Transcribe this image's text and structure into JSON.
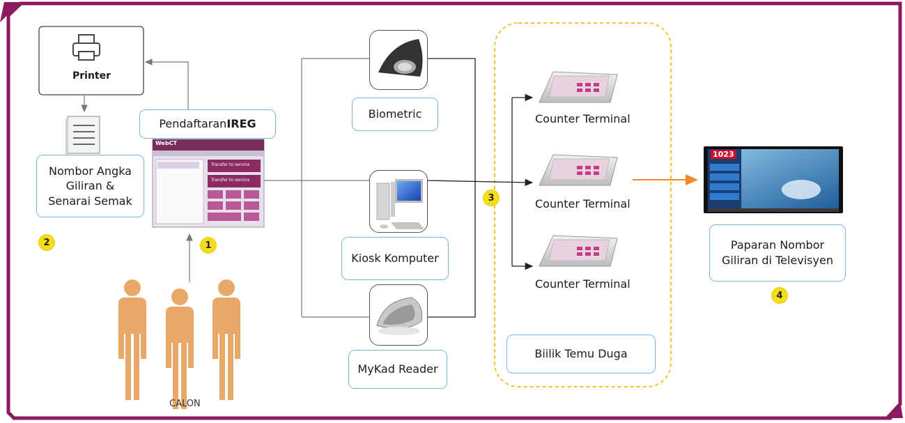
{
  "printer": {
    "label": "Printer"
  },
  "ireg": {
    "label_prefix": "Pendaftaran ",
    "label_bold": "IREG",
    "screen_app": "WebCT",
    "screen_btn1": "Transfer to service",
    "screen_btn2": "Transfer to service"
  },
  "queue": {
    "line1": "Nombor Angka",
    "line2": "Giliran &",
    "line3": "Senarai Semak"
  },
  "calon": {
    "label": "CALON"
  },
  "devices": {
    "biometric": "Biometric",
    "kiosk": "Kiosk  Komputer",
    "mykad": "MyKad Reader"
  },
  "terminals": [
    {
      "label": "Counter Terminal"
    },
    {
      "label": "Counter Terminal"
    },
    {
      "label": "Counter Terminal"
    }
  ],
  "booth": {
    "label": "Biilik Temu Duga"
  },
  "tv": {
    "line1": "Paparan Nombor",
    "line2": "Giliran di Televisyen",
    "screen_number": "1023"
  },
  "steps": {
    "s1": "1",
    "s2": "2",
    "s3": "3",
    "s4": "4"
  },
  "colors": {
    "frame": "#8b1a5e",
    "label_border": "#7fb3e6",
    "badge": "#f4de1c",
    "arrow_orange": "#f08a2a",
    "booth_dash": "#f4c430",
    "person": "#e8a868"
  }
}
